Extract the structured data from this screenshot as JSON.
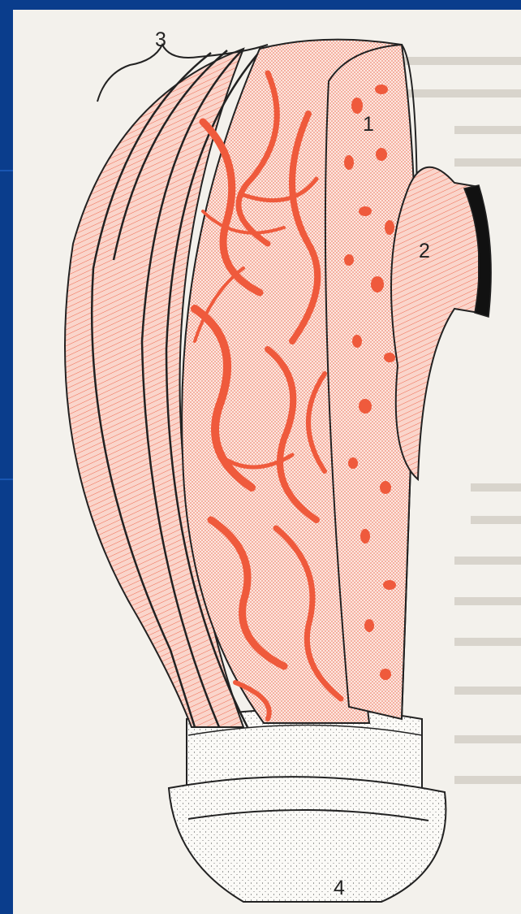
{
  "labels": {
    "one": "1",
    "two": "2",
    "three": "3",
    "four": "4"
  },
  "colors": {
    "frame_blue": "#0a3d8c",
    "frame_edge": "#1e5fbf",
    "paper": "#f3f1ec",
    "tissue_red": "#ef5a3c",
    "tissue_pink": "#fbd8cf",
    "ink": "#222222",
    "muscle_tip": "#111111"
  }
}
